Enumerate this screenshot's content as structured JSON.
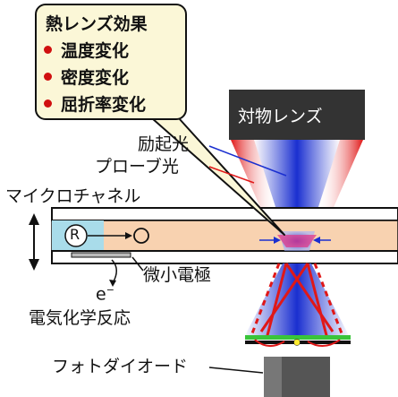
{
  "callout": {
    "title": "熱レンズ効果",
    "effects": [
      "温度変化",
      "密度変化",
      "屈折率変化"
    ]
  },
  "labels": {
    "objective_lens": "対物レンズ",
    "excitation_light": "励起光",
    "probe_light": "プローブ光",
    "microchannel": "マイクロチャネル",
    "reactant": "R",
    "product": "O",
    "microelectrode": "微小電極",
    "electron": "e",
    "electron_sup": "−",
    "electrochemical_reaction": "電気化学反応",
    "photodiode": "フォトダイオード"
  },
  "colors": {
    "excitation": "#1a2fd0",
    "probe": "#e01818",
    "channel_fill": "#f8d2b0",
    "reactant_fill": "#a9dcea",
    "callout_fill": "#fbf7d7",
    "lens_body": "#333333",
    "filter": "#39c43a"
  }
}
